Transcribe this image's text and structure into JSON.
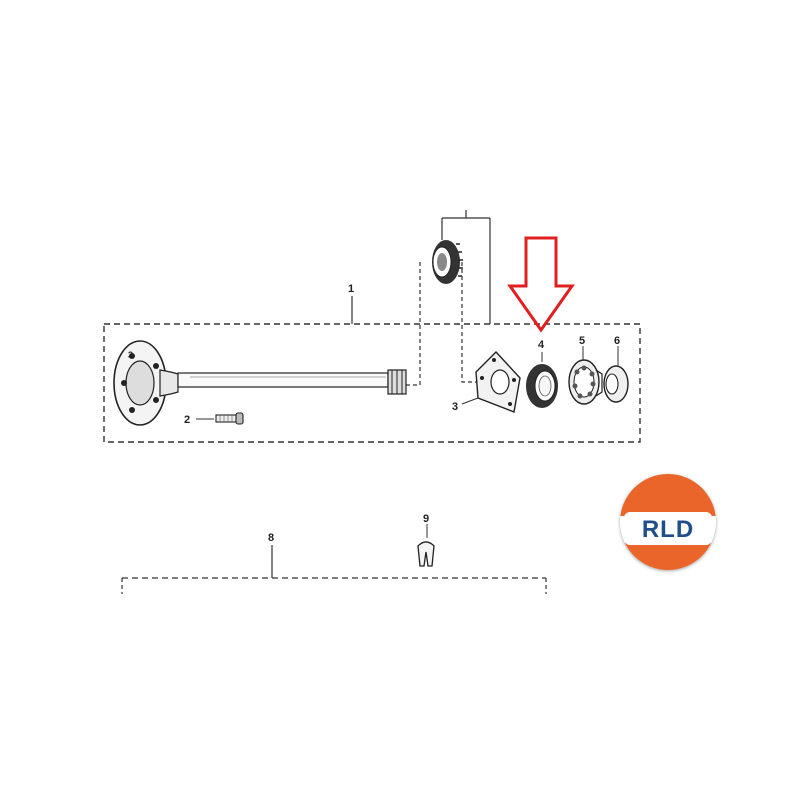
{
  "callouts": {
    "shaft": "1",
    "stud": "2",
    "hub": "3",
    "plate": "3",
    "seal": "4",
    "bearing": "5",
    "ring": "6",
    "assembly": "8",
    "clip": "9"
  },
  "logo": {
    "text": "RLD",
    "brand_color": "#e9652a",
    "text_color": "#1f4f8a"
  },
  "arrow": {
    "icon": "down-arrow-icon",
    "color": "#e02020",
    "points_to": "4"
  }
}
